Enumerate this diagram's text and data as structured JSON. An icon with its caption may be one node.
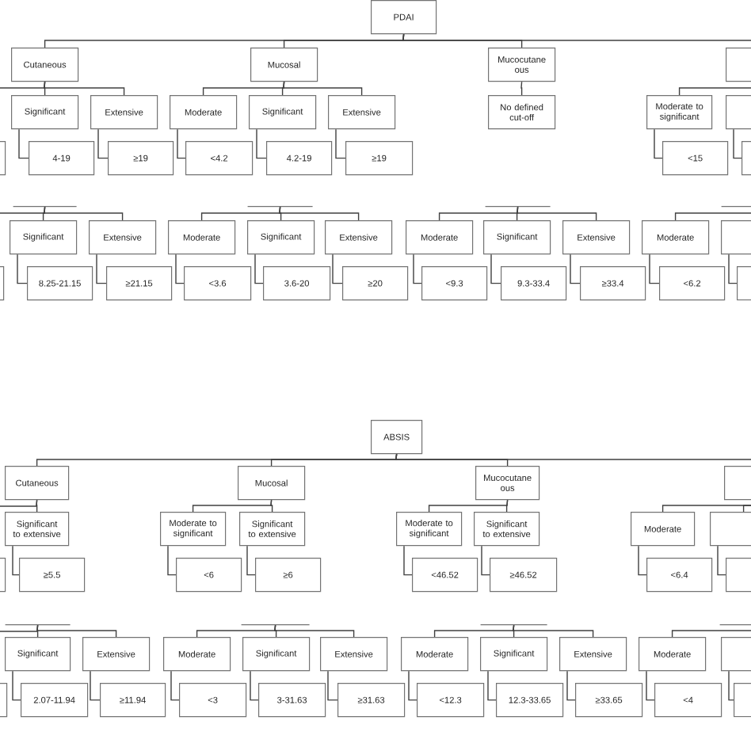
{
  "diagram": {
    "nodes": [
      {
        "text": [
          "PDAI"
        ]
      },
      {
        "text": [
          "Cutaneous"
        ]
      },
      {
        "text": [
          "Mucosal"
        ]
      },
      {
        "text": [
          "Mucocutane ous"
        ]
      },
      {
        "text": [],
        "shape": "box"
      },
      {
        "text": [
          "Significant"
        ]
      },
      {
        "text": [
          "Extensive"
        ]
      },
      {
        "text": [
          "Moderate"
        ]
      },
      {
        "text": [
          "Significant"
        ]
      },
      {
        "text": [
          "Extensive"
        ]
      },
      {
        "text": [
          "No defined cut-off"
        ]
      },
      {
        "text": [
          "Moderate to significant"
        ]
      },
      {
        "text": [],
        "shape": "box"
      },
      {
        "text": [],
        "shape": "box"
      },
      {
        "text": [
          "4-19"
        ]
      },
      {
        "text": [
          "≥19"
        ]
      },
      {
        "text": [
          "<4.2"
        ]
      },
      {
        "text": [
          "4.2-19"
        ]
      },
      {
        "text": [
          "≥19"
        ]
      },
      {
        "text": [
          "<15"
        ]
      },
      {
        "text": [],
        "shape": "box"
      },
      {
        "text": [],
        "shape": "bar"
      },
      {
        "text": [],
        "shape": "bar"
      },
      {
        "text": [],
        "shape": "bar"
      },
      {
        "text": [],
        "shape": "bar"
      },
      {
        "text": [
          "Significant"
        ]
      },
      {
        "text": [
          "Extensive"
        ]
      },
      {
        "text": [
          "Moderate"
        ]
      },
      {
        "text": [
          "Significant"
        ]
      },
      {
        "text": [
          "Extensive"
        ]
      },
      {
        "text": [
          "Moderate"
        ]
      },
      {
        "text": [
          "Significant"
        ]
      },
      {
        "text": [
          "Extensive"
        ]
      },
      {
        "text": [
          "Moderate"
        ]
      },
      {
        "text": [],
        "shape": "box"
      },
      {
        "text": [],
        "shape": "box"
      },
      {
        "text": [
          "8.25-21.15"
        ]
      },
      {
        "text": [
          "≥21.15"
        ]
      },
      {
        "text": [
          "<3.6"
        ]
      },
      {
        "text": [
          "3.6-20"
        ]
      },
      {
        "text": [
          "≥20"
        ]
      },
      {
        "text": [
          "<9.3"
        ]
      },
      {
        "text": [
          "9.3-33.4"
        ]
      },
      {
        "text": [
          "≥33.4"
        ]
      },
      {
        "text": [
          "<6.2"
        ]
      },
      {
        "text": [],
        "shape": "box"
      },
      {
        "text": [
          "ABSIS"
        ]
      },
      {
        "text": [
          "Cutaneous"
        ]
      },
      {
        "text": [
          "Mucosal"
        ]
      },
      {
        "text": [
          "Mucocutane ous"
        ]
      },
      {
        "text": [],
        "shape": "box"
      },
      {
        "text": [
          "Significant to extensive"
        ]
      },
      {
        "text": [
          "Moderate to significant"
        ]
      },
      {
        "text": [
          "Significant to extensive"
        ]
      },
      {
        "text": [
          "Moderate to significant"
        ]
      },
      {
        "text": [
          "Significant to extensive"
        ]
      },
      {
        "text": [
          "Moderate"
        ]
      },
      {
        "text": [],
        "shape": "box"
      },
      {
        "text": [],
        "shape": "box"
      },
      {
        "text": [
          "≥5.5"
        ]
      },
      {
        "text": [
          "<6"
        ]
      },
      {
        "text": [
          "≥6"
        ]
      },
      {
        "text": [
          "<46.52"
        ]
      },
      {
        "text": [
          "≥46.52"
        ]
      },
      {
        "text": [
          "<6.4"
        ]
      },
      {
        "text": [],
        "shape": "box"
      },
      {
        "text": [],
        "shape": "bar"
      },
      {
        "text": [],
        "shape": "bar"
      },
      {
        "text": [],
        "shape": "bar"
      },
      {
        "text": [],
        "shape": "bar"
      },
      {
        "text": [
          "Significant"
        ]
      },
      {
        "text": [
          "Extensive"
        ]
      },
      {
        "text": [
          "Moderate"
        ]
      },
      {
        "text": [
          "Significant"
        ]
      },
      {
        "text": [
          "Extensive"
        ]
      },
      {
        "text": [
          "Moderate"
        ]
      },
      {
        "text": [
          "Significant"
        ]
      },
      {
        "text": [
          "Extensive"
        ]
      },
      {
        "text": [
          "Moderate"
        ]
      },
      {
        "text": [],
        "shape": "box"
      },
      {
        "text": [],
        "shape": "box"
      },
      {
        "text": [
          "2.07-11.94"
        ]
      },
      {
        "text": [
          "≥11.94"
        ]
      },
      {
        "text": [
          "<3"
        ]
      },
      {
        "text": [
          "3-31.63"
        ]
      },
      {
        "text": [
          "≥31.63"
        ]
      },
      {
        "text": [
          "<12.3"
        ]
      },
      {
        "text": [
          "12.3-33.65"
        ]
      },
      {
        "text": [
          "≥33.65"
        ]
      },
      {
        "text": [
          "<4"
        ]
      },
      {
        "text": [],
        "shape": "box"
      }
    ],
    "edges": [
      {
        "from": 0,
        "to": 1,
        "arrow": "none"
      },
      {
        "from": 0,
        "to": 2,
        "arrow": "none"
      },
      {
        "from": 0,
        "to": 3,
        "arrow": "none"
      },
      {
        "from": 0,
        "to": 4,
        "arrow": "none"
      },
      {
        "from": 1,
        "to": null,
        "arrow": "none"
      },
      {
        "from": 1,
        "to": 5,
        "arrow": "none"
      },
      {
        "from": 1,
        "to": 6,
        "arrow": "none"
      },
      {
        "from": 2,
        "to": 7,
        "arrow": "none"
      },
      {
        "from": 2,
        "to": 8,
        "arrow": "none"
      },
      {
        "from": 2,
        "to": 9,
        "arrow": "none"
      },
      {
        "from": 3,
        "to": 10,
        "arrow": "none"
      },
      {
        "from": 4,
        "to": 11,
        "arrow": "none"
      },
      {
        "from": 5,
        "to": 14,
        "arrow": "none"
      },
      {
        "from": 6,
        "to": 15,
        "arrow": "none"
      },
      {
        "from": 7,
        "to": 16,
        "arrow": "none"
      },
      {
        "from": 8,
        "to": 17,
        "arrow": "none"
      },
      {
        "from": 9,
        "to": 18,
        "arrow": "none"
      },
      {
        "from": 11,
        "to": 19,
        "arrow": "none"
      },
      {
        "from": 12,
        "to": 20,
        "arrow": "none"
      },
      {
        "from": 21,
        "to": null,
        "arrow": "none"
      },
      {
        "from": 21,
        "to": 25,
        "arrow": "none"
      },
      {
        "from": 21,
        "to": 26,
        "arrow": "none"
      },
      {
        "from": 22,
        "to": 27,
        "arrow": "none"
      },
      {
        "from": 22,
        "to": 28,
        "arrow": "none"
      },
      {
        "from": 22,
        "to": 29,
        "arrow": "none"
      },
      {
        "from": 23,
        "to": 30,
        "arrow": "none"
      },
      {
        "from": 23,
        "to": 31,
        "arrow": "none"
      },
      {
        "from": 23,
        "to": 32,
        "arrow": "none"
      },
      {
        "from": 24,
        "to": 33,
        "arrow": "none"
      },
      {
        "from": 25,
        "to": 36,
        "arrow": "none"
      },
      {
        "from": 26,
        "to": 37,
        "arrow": "none"
      },
      {
        "from": 27,
        "to": 38,
        "arrow": "none"
      },
      {
        "from": 28,
        "to": 39,
        "arrow": "none"
      },
      {
        "from": 29,
        "to": 40,
        "arrow": "none"
      },
      {
        "from": 30,
        "to": 41,
        "arrow": "none"
      },
      {
        "from": 31,
        "to": 42,
        "arrow": "none"
      },
      {
        "from": 32,
        "to": 43,
        "arrow": "none"
      },
      {
        "from": 33,
        "to": 44,
        "arrow": "none"
      },
      {
        "from": 34,
        "to": 45,
        "arrow": "none"
      },
      {
        "from": 46,
        "to": 47,
        "arrow": "none"
      },
      {
        "from": 46,
        "to": 48,
        "arrow": "none"
      },
      {
        "from": 46,
        "to": 49,
        "arrow": "none"
      },
      {
        "from": 46,
        "to": 50,
        "arrow": "none"
      },
      {
        "from": 47,
        "to": null,
        "arrow": "none"
      },
      {
        "from": 47,
        "to": 51,
        "arrow": "none"
      },
      {
        "from": 48,
        "to": 52,
        "arrow": "none"
      },
      {
        "from": 48,
        "to": 53,
        "arrow": "none"
      },
      {
        "from": 49,
        "to": 54,
        "arrow": "none"
      },
      {
        "from": 49,
        "to": 55,
        "arrow": "none"
      },
      {
        "from": 50,
        "to": 56,
        "arrow": "none"
      },
      {
        "from": 50,
        "to": 57,
        "arrow": "none"
      },
      {
        "from": 51,
        "to": 59,
        "arrow": "none"
      },
      {
        "from": 52,
        "to": 60,
        "arrow": "none"
      },
      {
        "from": 53,
        "to": 61,
        "arrow": "none"
      },
      {
        "from": 54,
        "to": 62,
        "arrow": "none"
      },
      {
        "from": 55,
        "to": 63,
        "arrow": "none"
      },
      {
        "from": 56,
        "to": 64,
        "arrow": "none"
      },
      {
        "from": 57,
        "to": 65,
        "arrow": "none"
      },
      {
        "from": 66,
        "to": null,
        "arrow": "none"
      },
      {
        "from": 66,
        "to": 70,
        "arrow": "none"
      },
      {
        "from": 66,
        "to": 71,
        "arrow": "none"
      },
      {
        "from": 67,
        "to": 72,
        "arrow": "none"
      },
      {
        "from": 67,
        "to": 73,
        "arrow": "none"
      },
      {
        "from": 67,
        "to": 74,
        "arrow": "none"
      },
      {
        "from": 68,
        "to": 75,
        "arrow": "none"
      },
      {
        "from": 68,
        "to": 76,
        "arrow": "none"
      },
      {
        "from": 68,
        "to": 77,
        "arrow": "none"
      },
      {
        "from": 69,
        "to": 78,
        "arrow": "none"
      },
      {
        "from": 70,
        "to": 81,
        "arrow": "none"
      },
      {
        "from": 71,
        "to": 82,
        "arrow": "none"
      },
      {
        "from": 72,
        "to": 83,
        "arrow": "none"
      },
      {
        "from": 73,
        "to": 84,
        "arrow": "none"
      },
      {
        "from": 74,
        "to": 85,
        "arrow": "none"
      },
      {
        "from": 75,
        "to": 86,
        "arrow": "none"
      },
      {
        "from": 76,
        "to": 87,
        "arrow": "none"
      },
      {
        "from": 77,
        "to": 88,
        "arrow": "none"
      },
      {
        "from": 78,
        "to": 89,
        "arrow": "none"
      },
      {
        "from": 79,
        "to": 90,
        "arrow": "none"
      }
    ]
  }
}
